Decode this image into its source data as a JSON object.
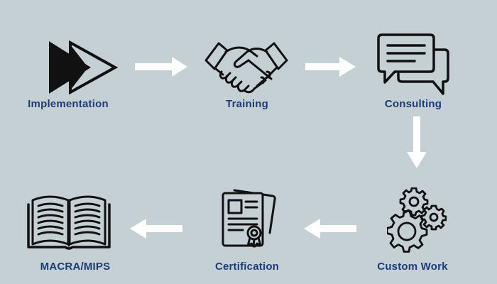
{
  "steps": [
    {
      "id": "implementation",
      "label": "Implementation",
      "icon": "fast-forward-icon"
    },
    {
      "id": "training",
      "label": "Training",
      "icon": "handshake-icon"
    },
    {
      "id": "consulting",
      "label": "Consulting",
      "icon": "chat-bubbles-icon"
    },
    {
      "id": "custom-work",
      "label": "Custom Work",
      "icon": "gears-icon"
    },
    {
      "id": "certification",
      "label": "Certification",
      "icon": "certificate-icon"
    },
    {
      "id": "macra-mips",
      "label": "MACRA/MIPS",
      "icon": "open-book-icon"
    }
  ],
  "flow": [
    "implementation",
    "training",
    "consulting",
    "custom-work",
    "certification",
    "macra-mips"
  ],
  "colors": {
    "background": "#c4d0d4",
    "label": "#1e3b78",
    "icon": "#111111",
    "arrow": "#ffffff"
  }
}
